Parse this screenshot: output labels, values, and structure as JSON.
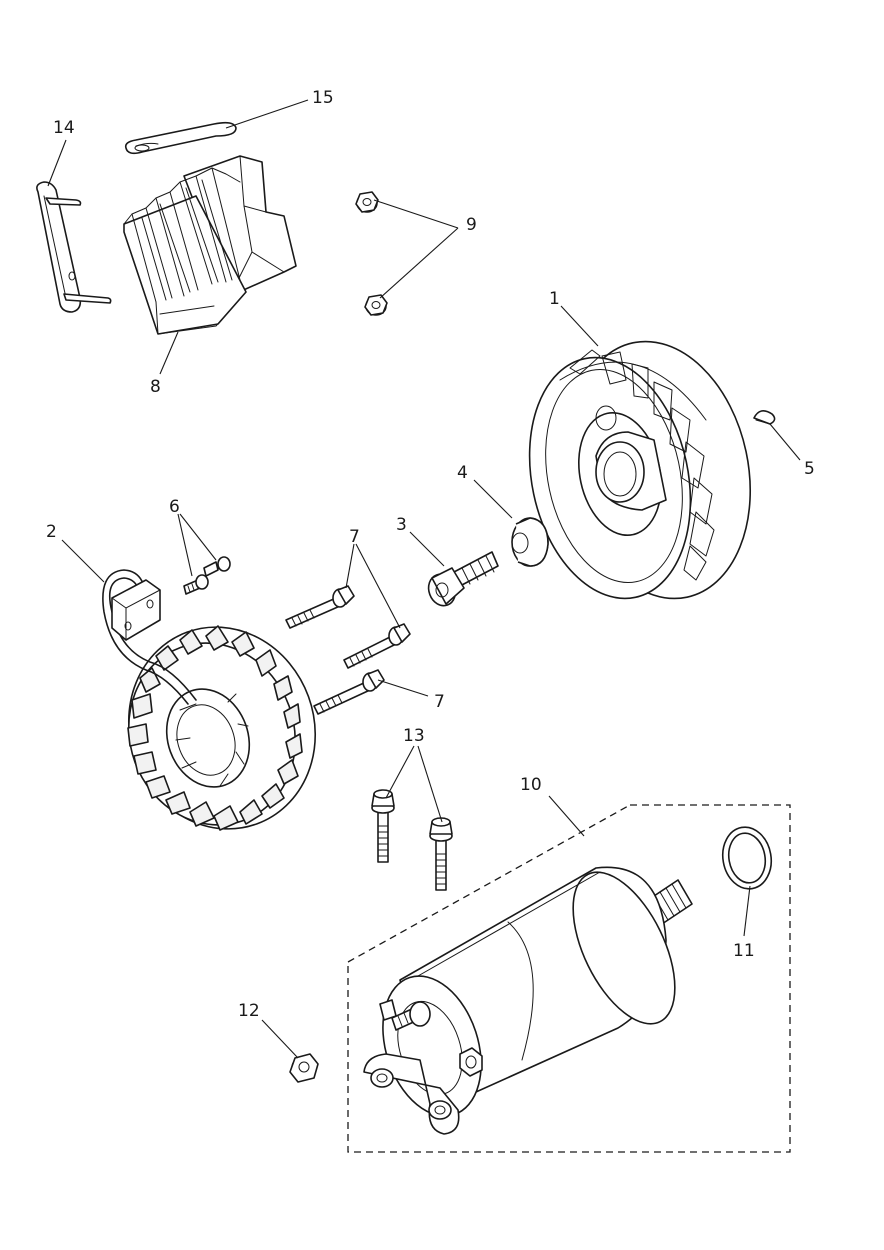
{
  "callouts": [
    {
      "id": "1",
      "text": "1"
    },
    {
      "id": "2",
      "text": "2"
    },
    {
      "id": "3",
      "text": "3"
    },
    {
      "id": "4",
      "text": "4"
    },
    {
      "id": "5",
      "text": "5"
    },
    {
      "id": "6",
      "text": "6"
    },
    {
      "id": "7a",
      "text": "7"
    },
    {
      "id": "7b",
      "text": "7"
    },
    {
      "id": "8",
      "text": "8"
    },
    {
      "id": "9",
      "text": "9"
    },
    {
      "id": "10",
      "text": "10"
    },
    {
      "id": "11",
      "text": "11"
    },
    {
      "id": "12",
      "text": "12"
    },
    {
      "id": "13",
      "text": "13"
    },
    {
      "id": "14",
      "text": "14"
    },
    {
      "id": "15",
      "text": "15"
    }
  ]
}
